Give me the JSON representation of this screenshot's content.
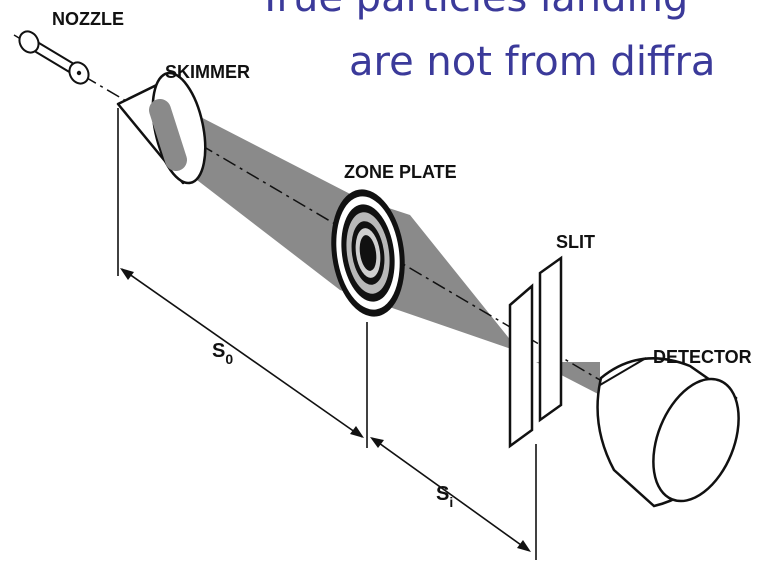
{
  "slide": {
    "title_line_1": "True particles landing",
    "title_line_2": "are not from diffra"
  },
  "diagram": {
    "labels": {
      "nozzle": "NOZZLE",
      "skimmer": "SKIMMER",
      "zone_plate": "ZONE PLATE",
      "slit": "SLIT",
      "detector": "DETECTOR",
      "s0_base": "S",
      "s0_sub": "0",
      "si_base": "S",
      "si_sub": "i"
    },
    "colors": {
      "title": "#3b3a9a",
      "beam": "#8a8a8a",
      "ink": "#111111"
    }
  }
}
